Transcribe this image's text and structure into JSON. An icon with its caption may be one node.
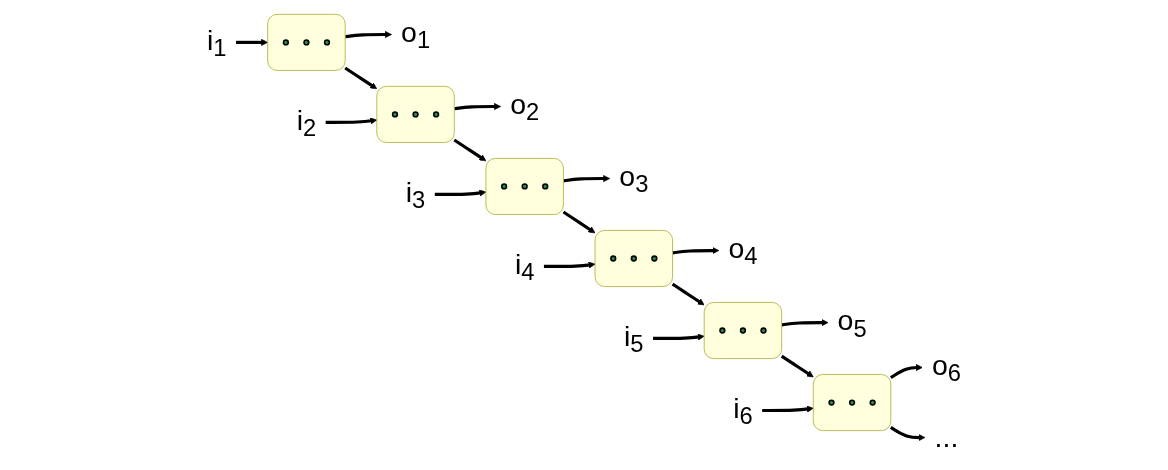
{
  "diagram": {
    "nodes": [
      {
        "text": [
          "o$_{1}$"
        ]
      },
      {
        "text": [
          "o$_{2}$"
        ]
      },
      {
        "text": [
          "o$_{3}$"
        ]
      },
      {
        "text": [
          "o$_{4}$"
        ]
      },
      {
        "text": [
          "o$_{5}$"
        ]
      },
      {
        "text": [
          "o$_{6}$"
        ]
      },
      {
        "text": [],
        "shape": "box"
      },
      {
        "text": [],
        "shape": "circle",
        "in": 6
      },
      {
        "text": [],
        "shape": "circle",
        "in": 6
      },
      {
        "text": [],
        "shape": "circle",
        "in": 6
      },
      {
        "text": [],
        "shape": "box"
      },
      {
        "text": [],
        "shape": "circle",
        "in": 10
      },
      {
        "text": [],
        "shape": "circle",
        "in": 10
      },
      {
        "text": [],
        "shape": "circle",
        "in": 10
      },
      {
        "text": [],
        "shape": "box"
      },
      {
        "text": [],
        "shape": "circle",
        "in": 14
      },
      {
        "text": [],
        "shape": "circle",
        "in": 14
      },
      {
        "text": [],
        "shape": "circle",
        "in": 14
      },
      {
        "text": [],
        "shape": "box"
      },
      {
        "text": [],
        "shape": "circle",
        "in": 18
      },
      {
        "text": [],
        "shape": "circle",
        "in": 18
      },
      {
        "text": [],
        "shape": "circle",
        "in": 18
      },
      {
        "text": [],
        "shape": "box"
      },
      {
        "text": [],
        "shape": "circle",
        "in": 22
      },
      {
        "text": [],
        "shape": "circle",
        "in": 22
      },
      {
        "text": [],
        "shape": "circle",
        "in": 22
      },
      {
        "text": [],
        "shape": "box"
      },
      {
        "text": [],
        "shape": "circle",
        "in": 26
      },
      {
        "text": [],
        "shape": "circle",
        "in": 26
      },
      {
        "text": [],
        "shape": "circle",
        "in": 26
      },
      {
        "text": [
          "..."
        ]
      },
      {
        "text": [
          "i$_{1}$"
        ]
      },
      {
        "text": [
          "i$_{2}$"
        ]
      },
      {
        "text": [
          "i$_{3}$"
        ]
      },
      {
        "text": [
          "i$_{4}$"
        ]
      },
      {
        "text": [
          "i$_{5}$"
        ]
      },
      {
        "text": [
          "i$_{6}$"
        ]
      }
    ],
    "edges": [
      {
        "from": 31,
        "to": 6,
        "arrow": "to"
      },
      {
        "from": 6,
        "to": 0,
        "arrow": "to"
      },
      {
        "from": 6,
        "to": 10,
        "arrow": "to"
      },
      {
        "from": 32,
        "to": 10,
        "arrow": "to"
      },
      {
        "from": 10,
        "to": 1,
        "arrow": "to"
      },
      {
        "from": 10,
        "to": 14,
        "arrow": "to"
      },
      {
        "from": 33,
        "to": 14,
        "arrow": "to"
      },
      {
        "from": 14,
        "to": 2,
        "arrow": "to"
      },
      {
        "from": 14,
        "to": 18,
        "arrow": "to"
      },
      {
        "from": 34,
        "to": 18,
        "arrow": "to"
      },
      {
        "from": 18,
        "to": 3,
        "arrow": "to"
      },
      {
        "from": 18,
        "to": 22,
        "arrow": "to"
      },
      {
        "from": 35,
        "to": 22,
        "arrow": "to"
      },
      {
        "from": 22,
        "to": 4,
        "arrow": "to"
      },
      {
        "from": 22,
        "to": 26,
        "arrow": "to"
      },
      {
        "from": 36,
        "to": 26,
        "arrow": "to"
      },
      {
        "from": 26,
        "to": 5,
        "arrow": "to"
      },
      {
        "from": 26,
        "to": 30,
        "arrow": "to"
      }
    ]
  }
}
